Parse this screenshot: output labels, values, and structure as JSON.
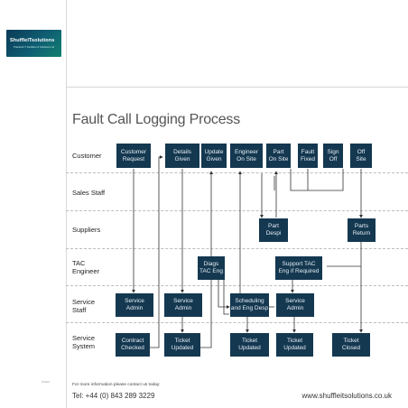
{
  "logo": {
    "name": "ShuffleITsolutions",
    "tagline": "Practical IT Facilities & Solutions Ltd"
  },
  "title": "Fault Call Logging Process",
  "lanes": [
    {
      "label": "Customer"
    },
    {
      "label": "Sales Staff"
    },
    {
      "label": "Suppliers"
    },
    {
      "label": "TAC\nEngineer"
    },
    {
      "label": "Service\nStaff"
    },
    {
      "label": "Service\nSystem"
    }
  ],
  "boxes": {
    "customer_request": "Customer\nRequest",
    "details_given": "Details\nGiven",
    "update_given": "Update\nGiven",
    "engineer_on_site": "Engineer\nOn Site",
    "part_on_site": "Part\nOn Site",
    "fault_fixed": "Fault\nFixed",
    "sign_off": "Sign\nOff",
    "off_site": "Off\nSite",
    "part_despi": "Part\nDespi",
    "parts_return": "Parts\nReturn",
    "diags_tac_eng": "Diags\nTAC Eng",
    "support_tac": "Support TAC\nEng if Required",
    "service_admin_1": "Service\nAdmin",
    "service_admin_2": "Service\nAdmin",
    "scheduling": "Scheduling\nand Eng Desp",
    "service_admin_3": "Service\nAdmin",
    "contract_checked": "Contract\nChecked",
    "ticket_updated_1": "Ticket\nUpdated",
    "ticket_updated_2": "Ticket\nUpdated",
    "ticket_updated_3": "Ticket\nUpdated",
    "ticket_closed": "Ticket\nClosed"
  },
  "footer": {
    "ref": "6790/1",
    "info": "For more information please contact us today:",
    "tel": "Tel: +44 (0) 843 289 3229",
    "web": "www.shuffleitsolutions.co.uk"
  },
  "colors": {
    "box": "#143850",
    "box_text": "#e6eef5",
    "connector": "#333333"
  }
}
